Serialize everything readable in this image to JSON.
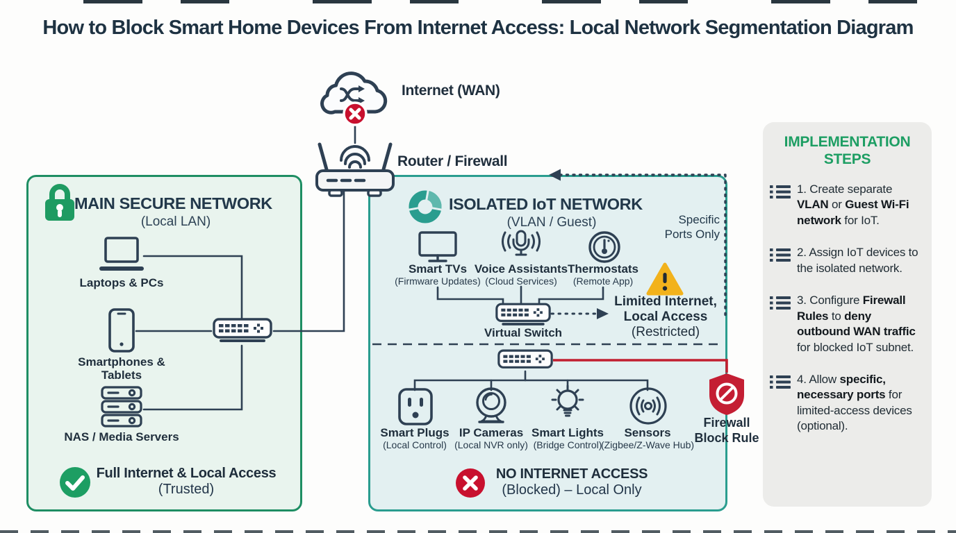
{
  "title": "How to Block Smart Home Devices From Internet Access: Local Network Segmentation Diagram",
  "colors": {
    "accent_green": "#1d9e63",
    "accent_teal": "#2a9d8f",
    "alert_red": "#c8102e",
    "warning_yellow": "#f2b21c",
    "ink_navy": "#22384a"
  },
  "internet": {
    "label": "Internet (WAN)"
  },
  "router": {
    "label": "Router / Firewall"
  },
  "main_network": {
    "title": "MAIN SECURE NETWORK",
    "subtitle": "(Local LAN)",
    "devices": [
      {
        "label": "Laptops & PCs"
      },
      {
        "label": "Smartphones & Tablets"
      },
      {
        "label": "NAS / Media Servers"
      }
    ],
    "status_title": "Full Internet & Local Access",
    "status_subtitle": "(Trusted)"
  },
  "iot_network": {
    "title": "ISOLATED IoT NETWORK",
    "subtitle": "(VLAN / Guest)",
    "ports_note": "Specific Ports Only",
    "upper_devices": [
      {
        "label": "Smart TVs",
        "sub": "(Firmware Updates)"
      },
      {
        "label": "Voice Assistants",
        "sub": "(Cloud Services)"
      },
      {
        "label": "Thermostats",
        "sub": "(Remote App)"
      }
    ],
    "virtual_switch_label": "Virtual Switch",
    "restricted": {
      "line1": "Limited Internet,",
      "line2": "Local Access",
      "line3": "(Restricted)"
    },
    "lower_devices": [
      {
        "label": "Smart Plugs",
        "sub": "(Local Control)"
      },
      {
        "label": "IP Cameras",
        "sub": "(Local NVR only)"
      },
      {
        "label": "Smart Lights",
        "sub": "(Bridge Control)"
      },
      {
        "label": "Sensors",
        "sub": "(Zigbee/Z-Wave Hub)"
      }
    ],
    "firewall_rule": {
      "line1": "Firewall",
      "line2": "Block Rule"
    },
    "status_title": "NO INTERNET ACCESS",
    "status_subtitle": "(Blocked) – Local Only"
  },
  "steps_panel": {
    "title_line1": "IMPLEMENTATION",
    "title_line2": "STEPS",
    "steps": [
      {
        "segments": [
          {
            "t": "1. Create separate ",
            "b": false
          },
          {
            "t": "VLAN",
            "b": true
          },
          {
            "t": " or ",
            "b": false
          },
          {
            "t": "Guest Wi-Fi network",
            "b": true
          },
          {
            "t": " for IoT.",
            "b": false
          }
        ]
      },
      {
        "segments": [
          {
            "t": "2. Assign IoT devices to the isolated network.",
            "b": false
          }
        ]
      },
      {
        "segments": [
          {
            "t": "3. Configure ",
            "b": false
          },
          {
            "t": "Firewall Rules",
            "b": true
          },
          {
            "t": " to ",
            "b": false
          },
          {
            "t": "deny outbound WAN traffic",
            "b": true
          },
          {
            "t": " for blocked IoT subnet.",
            "b": false
          }
        ]
      },
      {
        "segments": [
          {
            "t": "4. Allow ",
            "b": false
          },
          {
            "t": "specific, necessary ports",
            "b": true
          },
          {
            "t": " for limited-access devices (optional).",
            "b": false
          }
        ]
      }
    ]
  }
}
